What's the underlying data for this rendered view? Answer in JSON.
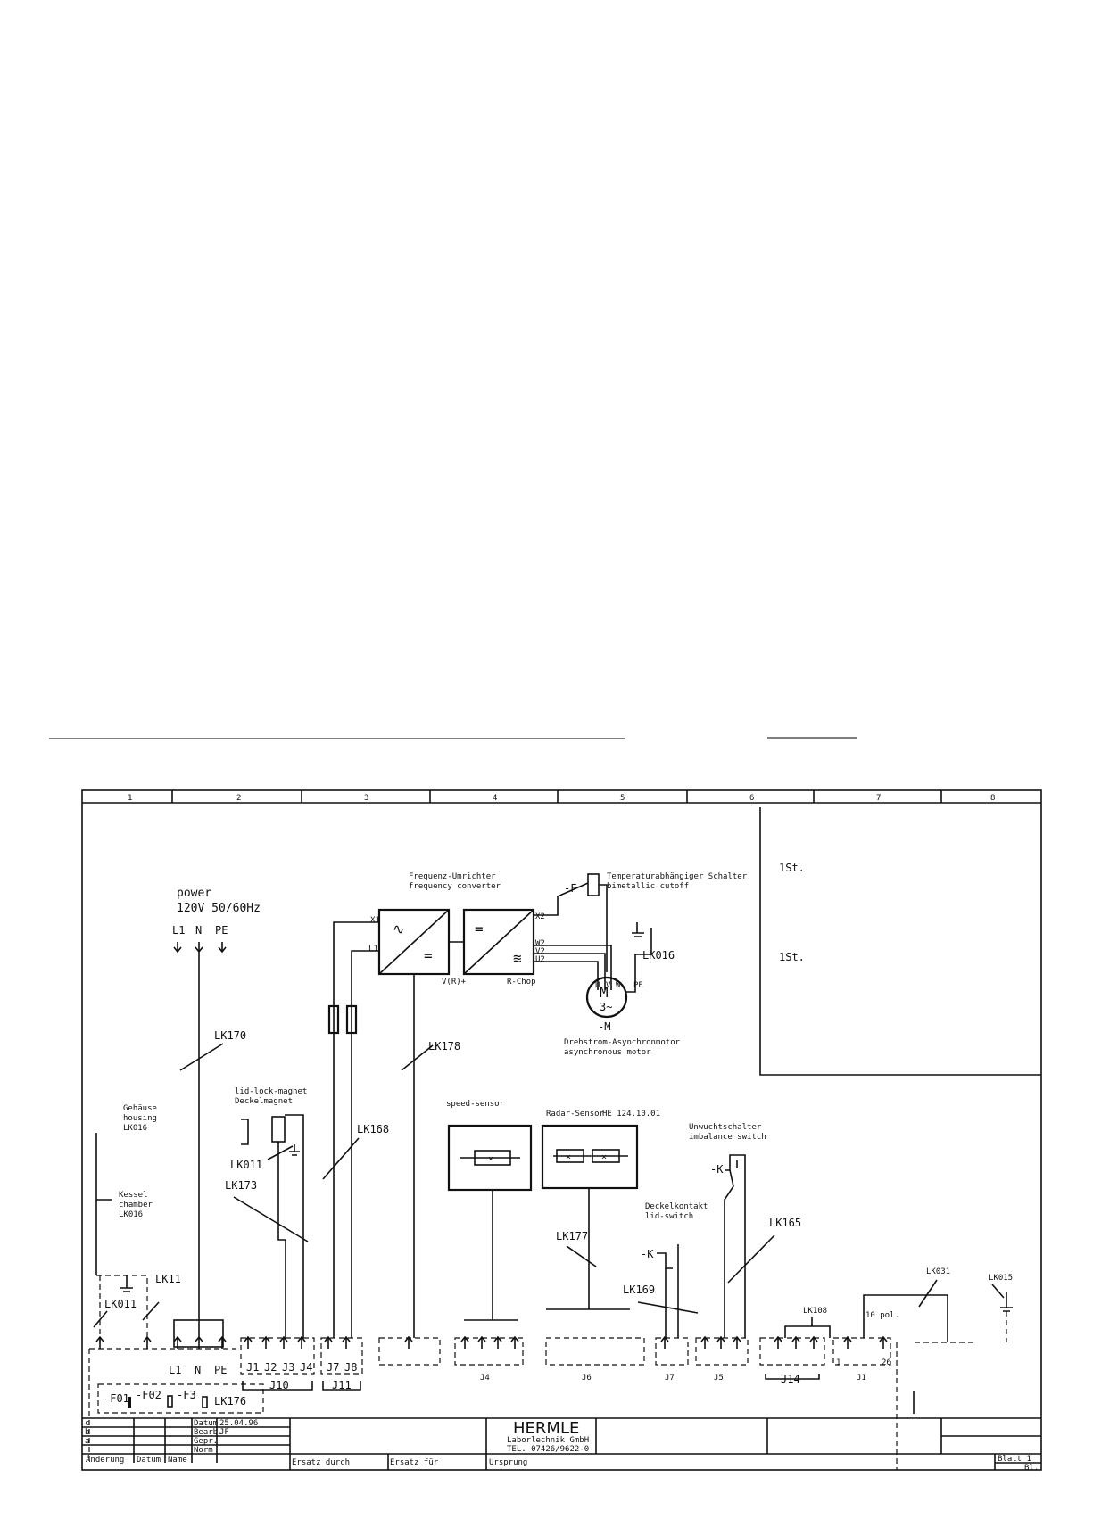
{
  "frame": {
    "columns": [
      "1",
      "2",
      "3",
      "4",
      "5",
      "6",
      "7",
      "8"
    ]
  },
  "power": {
    "title": "power",
    "spec": "120V 50/60Hz",
    "terminals": [
      "L1",
      "N",
      "PE"
    ],
    "cable": "LK170"
  },
  "converter": {
    "title_de": "Frequenz-Umrichter",
    "title_en": "frequency converter",
    "left_label": "V(R)+",
    "right_label": "R-Chop",
    "cable": "LK178",
    "pins": [
      "X1",
      "L1",
      "X2",
      "W2",
      "V2",
      "U2"
    ]
  },
  "thermal_switch": {
    "title_de": "Temperaturabhängiger Schalter",
    "title_en": "bimetallic cutoff",
    "ref": "-F"
  },
  "motor": {
    "title_de": "Drehstrom-Asynchronmotor",
    "title_en": "asynchronous motor",
    "ref": "-M",
    "symbol": "M",
    "phase": "3~",
    "ground_cable": "LK016",
    "pins": [
      "U",
      "V",
      "W",
      "PE"
    ]
  },
  "side_table": {
    "rows": [
      "1St.",
      "1St."
    ]
  },
  "housing": {
    "title_de": "Gehäuse",
    "title_en": "housing",
    "cable": "LK016"
  },
  "chamber": {
    "title_de": "Kessel",
    "title_en": "chamber",
    "cable": "LK016"
  },
  "lid_lock": {
    "title_de": "lid-lock-magnet",
    "title_en": "Deckelmagnet",
    "cables": [
      "LK011",
      "LK173"
    ]
  },
  "lk168": "LK168",
  "speed_sensor": {
    "title": "speed-sensor"
  },
  "radar_sensor": {
    "title": "Radar-Sensor",
    "part": "HE 124.10.01",
    "cable": "LK177"
  },
  "lid_switch": {
    "title_de": "Deckelkontakt",
    "title_en": "lid-switch",
    "ref": "-K",
    "cable": "LK169"
  },
  "imbalance": {
    "title_de": "Unwuchtschalter",
    "title_en": "imbalance switch",
    "ref": "-K",
    "cable": "LK165"
  },
  "ground_left": {
    "cables": [
      "LK11",
      "LK011"
    ]
  },
  "lk108": "LK108",
  "lk031": {
    "cable": "LK031",
    "note": "10 pol."
  },
  "lk015": "LK015",
  "connectors": {
    "main_terms": [
      "L1",
      "N",
      "PE"
    ],
    "j10_pins": [
      "J1",
      "J2",
      "J3",
      "J4"
    ],
    "j10": "J10",
    "j11_pins": [
      "J7",
      "J8"
    ],
    "j11": "J11",
    "j_labels": [
      "J4",
      "J6",
      "J7",
      "J5",
      "J14",
      "J1"
    ],
    "j1_pins": [
      "1",
      "26"
    ]
  },
  "fuses": {
    "items": [
      "-F01",
      "-F02",
      "-F3"
    ],
    "cable": "LK176"
  },
  "title_block": {
    "company": "HERMLE",
    "company_sub": "Laborlechnik GmbH",
    "phone": "TEL. 07426/9622-0",
    "date_label": "Datum",
    "date": "25.04.96",
    "drawn_label": "Bearb.",
    "drawn": "JF",
    "checked_label": "Gepr.",
    "norm_label": "Norm",
    "change_label": "Änderung",
    "col_datum": "Datum",
    "col_name": "Name",
    "ersatz_durch": "Ersatz durch",
    "ersatz_fuer": "Ersatz für",
    "ursprung": "Ursprung",
    "blatt": "Blatt 1",
    "bl": "Bl.",
    "rev_rows": [
      "c",
      "b",
      "a"
    ]
  }
}
